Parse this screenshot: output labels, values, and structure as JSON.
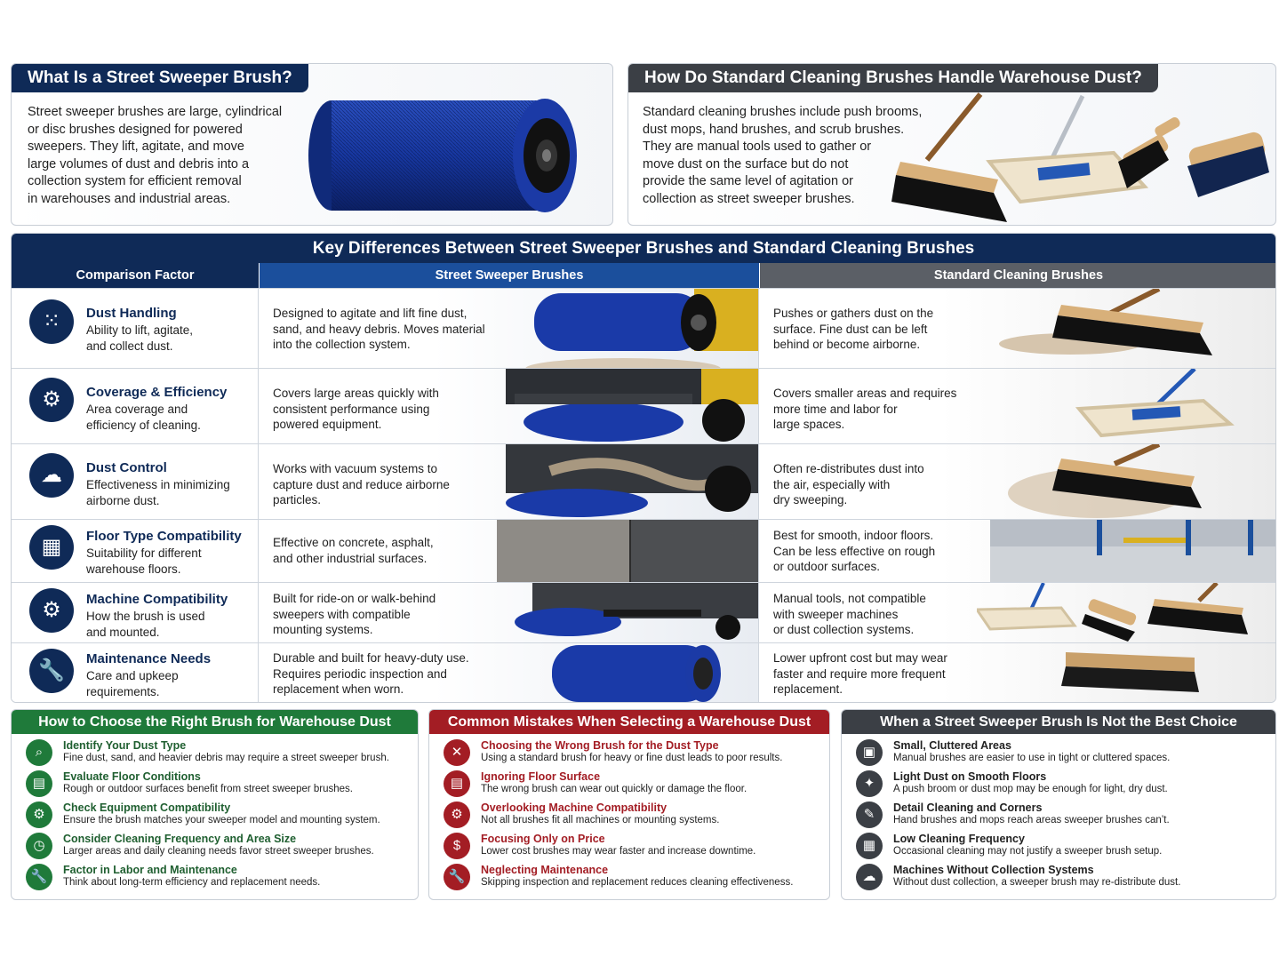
{
  "card1": {
    "title": "What Is a Street Sweeper Brush?",
    "lines": [
      "Street sweeper brushes are large, cylindrical",
      "or disc brushes designed for powered",
      "sweepers. They lift, agitate, and move",
      "large volumes of dust and debris into a",
      "collection system for efficient removal",
      "in warehouses and industrial areas."
    ]
  },
  "card2": {
    "title": "How Do Standard Cleaning Brushes Handle Warehouse Dust?",
    "lines": [
      "Standard cleaning brushes include push brooms,",
      "dust mops, hand brushes, and scrub brushes.",
      "They are manual tools used to gather or",
      "move dust on the surface but do not",
      "provide the same level of agitation or",
      "collection as street sweeper brushes."
    ]
  },
  "table": {
    "title": "Key Differences Between Street Sweeper Brushes and Standard Cleaning Brushes",
    "headers": [
      "Comparison Factor",
      "Street Sweeper Brushes",
      "Standard Cleaning Brushes"
    ],
    "rows": [
      {
        "icon": "dots-icon",
        "title": "Dust Handling",
        "desc": [
          "Ability to lift, agitate,",
          "and collect dust."
        ],
        "sweeper": [
          "Designed to agitate and lift fine dust,",
          "sand, and heavy debris. Moves material",
          "into the collection system."
        ],
        "standard": [
          "Pushes or gathers dust on the",
          "surface. Fine dust can be left",
          "behind or become airborne."
        ]
      },
      {
        "icon": "gear-icon",
        "title": "Coverage & Efficiency",
        "desc": [
          "Area coverage and",
          "efficiency of cleaning."
        ],
        "sweeper": [
          "Covers large areas quickly with",
          "consistent performance using",
          "powered equipment."
        ],
        "standard": [
          "Covers smaller areas and requires",
          "more time and labor for",
          "large spaces."
        ]
      },
      {
        "icon": "cloud-icon",
        "title": "Dust Control",
        "desc": [
          "Effectiveness in minimizing",
          "airborne dust."
        ],
        "sweeper": [
          "Works with vacuum systems to",
          "capture dust and reduce airborne",
          "particles."
        ],
        "standard": [
          "Often re-distributes dust into",
          "the air, especially with",
          "dry sweeping."
        ]
      },
      {
        "icon": "grid-icon",
        "title": "Floor Type Compatibility",
        "desc": [
          "Suitability for different",
          "warehouse floors."
        ],
        "sweeper": [
          "Effective on concrete, asphalt,",
          "and other industrial surfaces."
        ],
        "standard": [
          "Best for smooth, indoor floors.",
          "Can be less effective on rough",
          "or outdoor surfaces."
        ]
      },
      {
        "icon": "machine-gear-icon",
        "title": "Machine Compatibility",
        "desc": [
          "How the brush is used",
          "and mounted."
        ],
        "sweeper": [
          "Built for ride-on or walk-behind",
          "sweepers with compatible",
          "mounting systems."
        ],
        "standard": [
          "Manual tools, not compatible",
          "with sweeper machines",
          "or dust collection systems."
        ]
      },
      {
        "icon": "wrench-icon",
        "title": "Maintenance Needs",
        "desc": [
          "Care and upkeep",
          "requirements."
        ],
        "sweeper": [
          "Durable and built for heavy-duty use.",
          "Requires periodic inspection and",
          "replacement when worn."
        ],
        "standard": [
          "Lower upfront cost but may wear",
          "faster and require more frequent",
          "replacement."
        ]
      }
    ]
  },
  "choose": {
    "title": "How to Choose the Right Brush for Warehouse Dust",
    "color": "#1f7a3a",
    "items": [
      {
        "icon": "search-icon",
        "title": "Identify Your Dust Type",
        "desc": "Fine dust, sand, and heavier debris may require a street sweeper brush."
      },
      {
        "icon": "floor-icon",
        "title": "Evaluate Floor Conditions",
        "desc": "Rough or outdoor surfaces benefit from street sweeper brushes."
      },
      {
        "icon": "gear-icon",
        "title": "Check Equipment Compatibility",
        "desc": "Ensure the brush matches your sweeper model and mounting system."
      },
      {
        "icon": "clock-icon",
        "title": "Consider Cleaning Frequency and Area Size",
        "desc": "Larger areas and daily cleaning needs favor street sweeper brushes."
      },
      {
        "icon": "wrench-icon",
        "title": "Factor in Labor and Maintenance",
        "desc": "Think about long-term efficiency and replacement needs."
      }
    ]
  },
  "mistakes": {
    "title": "Common Mistakes When Selecting a Warehouse Dust Brush",
    "color": "#a31d24",
    "items": [
      {
        "icon": "x-icon",
        "title": "Choosing the Wrong Brush for the Dust Type",
        "desc": "Using a standard brush for heavy or fine dust leads to poor results."
      },
      {
        "icon": "floor-icon",
        "title": "Ignoring Floor Surface",
        "desc": "The wrong brush can wear out quickly or damage the floor."
      },
      {
        "icon": "gear-icon",
        "title": "Overlooking Machine Compatibility",
        "desc": "Not all brushes fit all machines or mounting systems."
      },
      {
        "icon": "dollar-icon",
        "title": "Focusing Only on Price",
        "desc": "Lower cost brushes may wear faster and increase downtime."
      },
      {
        "icon": "wrench-icon",
        "title": "Neglecting Maintenance",
        "desc": "Skipping inspection and replacement reduces cleaning effectiveness."
      }
    ]
  },
  "notbest": {
    "title": "When a Street Sweeper Brush Is Not the Best Choice",
    "color": "#3b3f45",
    "items": [
      {
        "icon": "boxes-icon",
        "title": "Small, Cluttered Areas",
        "desc": "Manual brushes are easier to use in tight or cluttered spaces."
      },
      {
        "icon": "sparkle-icon",
        "title": "Light Dust on Smooth Floors",
        "desc": "A push broom or dust mop may be enough for light, dry dust."
      },
      {
        "icon": "brush-icon",
        "title": "Detail Cleaning and Corners",
        "desc": "Hand brushes and mops reach areas sweeper brushes can’t."
      },
      {
        "icon": "calendar-icon",
        "title": "Low Cleaning Frequency",
        "desc": "Occasional cleaning may not justify a sweeper brush setup."
      },
      {
        "icon": "cloud-icon",
        "title": "Machines Without Collection Systems",
        "desc": "Without dust collection, a sweeper brush may re-distribute dust."
      }
    ]
  }
}
